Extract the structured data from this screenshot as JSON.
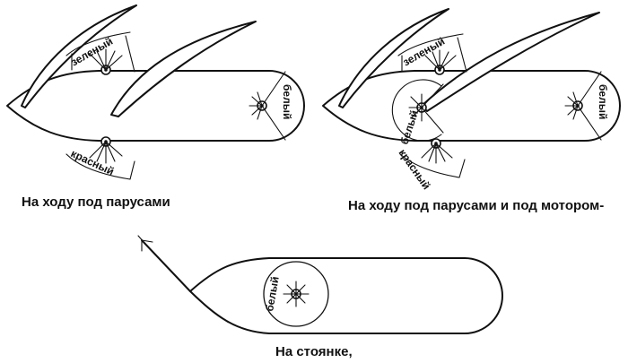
{
  "captions": {
    "sail": "На ходу под парусами",
    "sail_motor": "На ходу под парусами и под мотором-",
    "anchor": "На стоянке,"
  },
  "labels": {
    "green": "зеленый",
    "red": "красный",
    "white": "белый"
  }
}
